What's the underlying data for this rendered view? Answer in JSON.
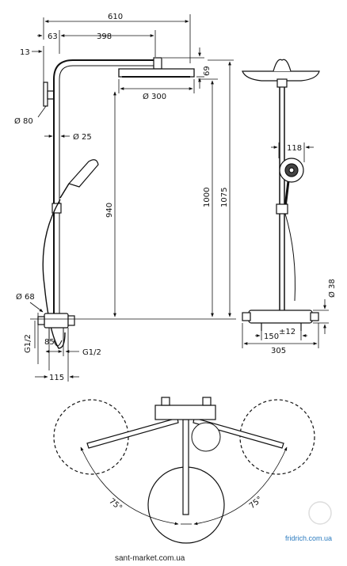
{
  "side_view": {
    "dims": {
      "width_610": "610",
      "offset_63": "63",
      "arm_398": "398",
      "wall_13": "13",
      "head_69": "69",
      "head_dia": "Ø 300",
      "flange_dia": "Ø 80",
      "pipe_dia": "Ø 25",
      "h_940": "940",
      "h_1000": "1000",
      "h_1075": "1075",
      "thermo_dia": "Ø 68",
      "g_left": "G1/2",
      "d_85": "85",
      "g_right": "G1/2",
      "d_115": "115"
    }
  },
  "front_view": {
    "dims": {
      "hand_118": "118",
      "dia_38": "Ø 38",
      "center_150": "150",
      "tol_12": "±12",
      "width_305": "305"
    }
  },
  "top_view": {
    "angles": {
      "left": "75°",
      "right": "75°"
    }
  },
  "watermarks": {
    "site": "sant-market.com.ua",
    "brand": "fridrich.com.ua"
  }
}
